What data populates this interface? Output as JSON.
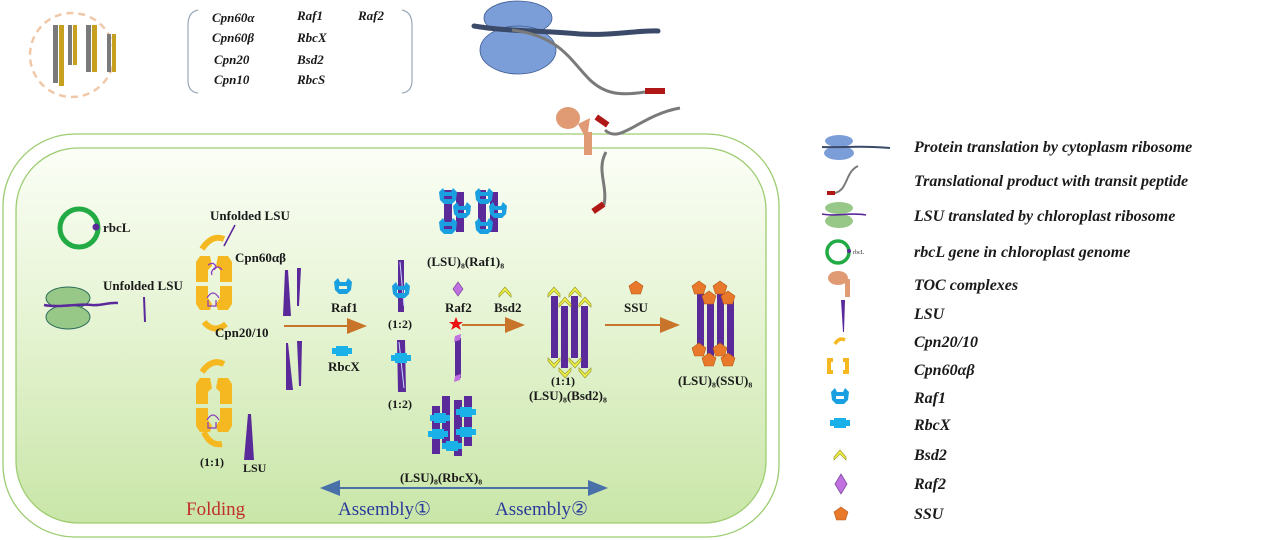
{
  "nucleus": {
    "genes": [
      [
        "Cpn60α",
        "Raf1",
        "Raf2"
      ],
      [
        "Cpn60β",
        "RbcX",
        ""
      ],
      [
        "Cpn20",
        "Bsd2",
        ""
      ],
      [
        "Cpn10",
        "RbcS",
        ""
      ]
    ]
  },
  "chloroplast": {
    "rbcL_label": "rbcL",
    "unfolded_lsu_1": "Unfolded LSU",
    "unfolded_lsu_2": "Unfolded LSU",
    "cpn60_label": "Cpn60αβ",
    "cpn20_label": "Cpn20/10",
    "ratio_11": "(1:1)",
    "lsu_label": "LSU",
    "raf1_label": "Raf1",
    "rbcx_label": "RbcX",
    "ratio_12a": "(1:2)",
    "ratio_12b": "(1:2)",
    "raf1_complex": "(LSU)₈(Raf1)₈",
    "rbcx_complex": "(LSU)₈(RbcX)₈",
    "raf2_label": "Raf2",
    "bsd2_label": "Bsd2",
    "ratio_11b": "(1:1)",
    "bsd2_complex": "(LSU)₈(Bsd2)₈",
    "ssu_label": "SSU",
    "ssu_complex": "(LSU)₈(SSU)₈",
    "stage_folding": "Folding",
    "stage_assembly1": "Assembly①",
    "stage_assembly2": "Assembly②"
  },
  "colors": {
    "folding": "#c0302a",
    "assembly": "#2a3a9a",
    "arrow": "#c8742a",
    "lsu": "#5b2a9a",
    "cpn": "#f5b820",
    "raf1": "#1aa0e0",
    "rbcx": "#1ab0e8",
    "ssu": "#e8782a",
    "raf2": "#c070e0",
    "bsd2": "#f0f040",
    "membrane": "#8cc060"
  },
  "legend": [
    {
      "icon": "cytoplasm-ribosome-icon",
      "label": "Protein translation by cytoplasm ribosome"
    },
    {
      "icon": "transit-peptide-icon",
      "label": "Translational product with transit peptide"
    },
    {
      "icon": "chloroplast-ribosome-icon",
      "label": "LSU translated by chloroplast ribosome"
    },
    {
      "icon": "rbcl-gene-icon",
      "label": "rbcL gene  in chloroplast genome"
    },
    {
      "icon": "toc-complex-icon",
      "label": "TOC complexes"
    },
    {
      "icon": "lsu-icon",
      "label": "LSU"
    },
    {
      "icon": "cpn20-icon",
      "label": "Cpn20/10"
    },
    {
      "icon": "cpn60-icon",
      "label": "Cpn60αβ"
    },
    {
      "icon": "raf1-icon",
      "label": "Raf1"
    },
    {
      "icon": "rbcx-icon",
      "label": "RbcX"
    },
    {
      "icon": "bsd2-icon",
      "label": "Bsd2"
    },
    {
      "icon": "raf2-icon",
      "label": "Raf2"
    },
    {
      "icon": "ssu-icon",
      "label": "SSU"
    }
  ],
  "legend_small_rbcl": "rbcL"
}
